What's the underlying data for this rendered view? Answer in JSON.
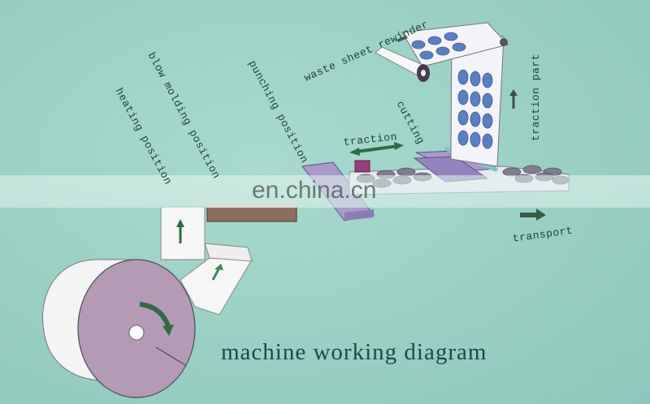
{
  "diagram": {
    "title": "machine working diagram",
    "labels": {
      "heating_position": "heating position",
      "blow_molding_position": "blow molding position",
      "punching_position": "punching position",
      "waste_sheet_rewinder": "waste sheet rewinder",
      "traction": "traction",
      "cutting": "cutting",
      "traction_part": "traction part",
      "transport": "transport"
    },
    "watermark": "en.china.cn",
    "colors": {
      "background": "#9fd3c6",
      "label_text": "#1f3f3a",
      "roll_face": "#b59ab6",
      "machine_purple": "#a99ac9",
      "hole_blue": "#5b7fc4",
      "arrow_green": "#2f6b45"
    }
  }
}
